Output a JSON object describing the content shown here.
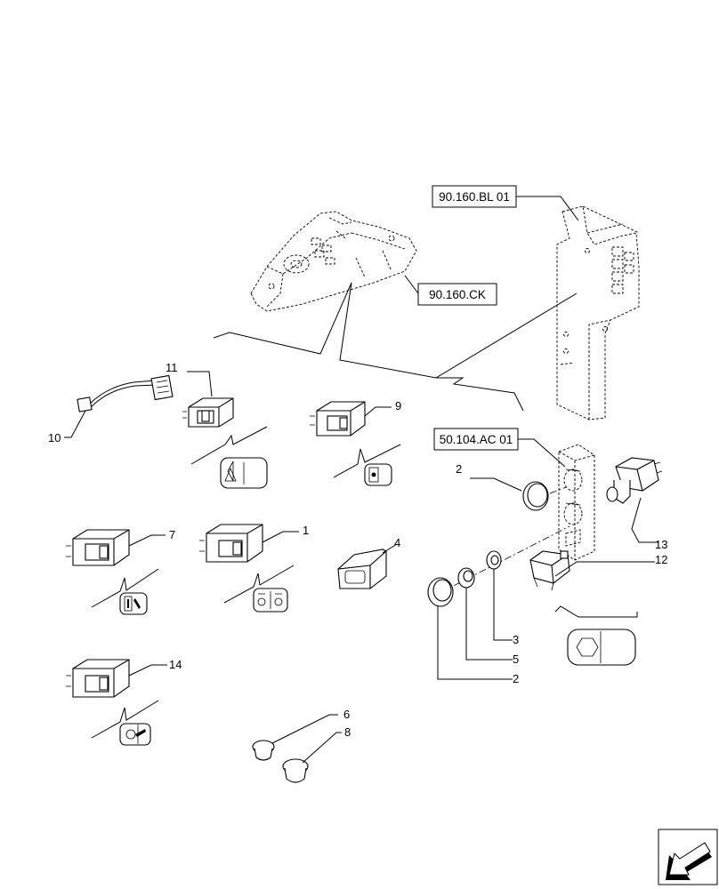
{
  "references": {
    "bl": "90.160.BL 01",
    "ck": "90.160.CK",
    "ac": "50.104.AC 01"
  },
  "callouts": {
    "c1": "1",
    "c2a": "2",
    "c2b": "2",
    "c3": "3",
    "c4": "4",
    "c5": "5",
    "c6": "6",
    "c7": "7",
    "c8": "8",
    "c9": "9",
    "c10": "10",
    "c11": "11",
    "c12": "12",
    "c13": "13",
    "c14": "14"
  },
  "icons": {
    "hazard": "hazard-warning-triangle-icon",
    "beacon": "beacon-light-icon",
    "work_lights": "work-lights-icon",
    "fog_lights": "fog-lights-icon",
    "wiper": "wiper-icon",
    "hex_nut": "hexagon-icon",
    "next_page": "next-page-arrow-icon"
  },
  "colors": {
    "line": "#000000",
    "background": "#ffffff"
  }
}
